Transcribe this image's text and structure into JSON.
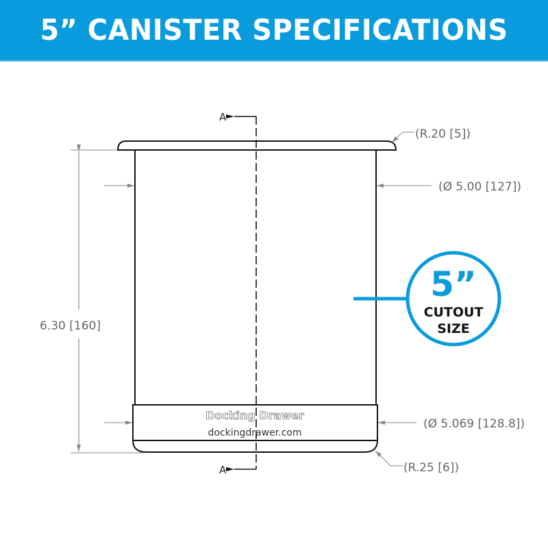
{
  "header": {
    "title": "5” CANISTER SPECIFICATIONS",
    "background_color": "#0a9bdc"
  },
  "drawing": {
    "section_marker_top": "A",
    "section_marker_bottom": "A",
    "dimensions": {
      "height": "6.30 [160]",
      "flange_radius": "(R.20 [5])",
      "body_diameter": "(Ø 5.00 [127])",
      "base_diameter": "(Ø 5.069 [128.8])",
      "base_radius": "(R.25 [6])"
    },
    "branding": {
      "name": "Docking Drawer",
      "url": "dockingdrawer.com"
    }
  },
  "callout": {
    "size": "5”",
    "line1": "CUTOUT",
    "line2": "SIZE",
    "color": "#0a9bdc"
  }
}
